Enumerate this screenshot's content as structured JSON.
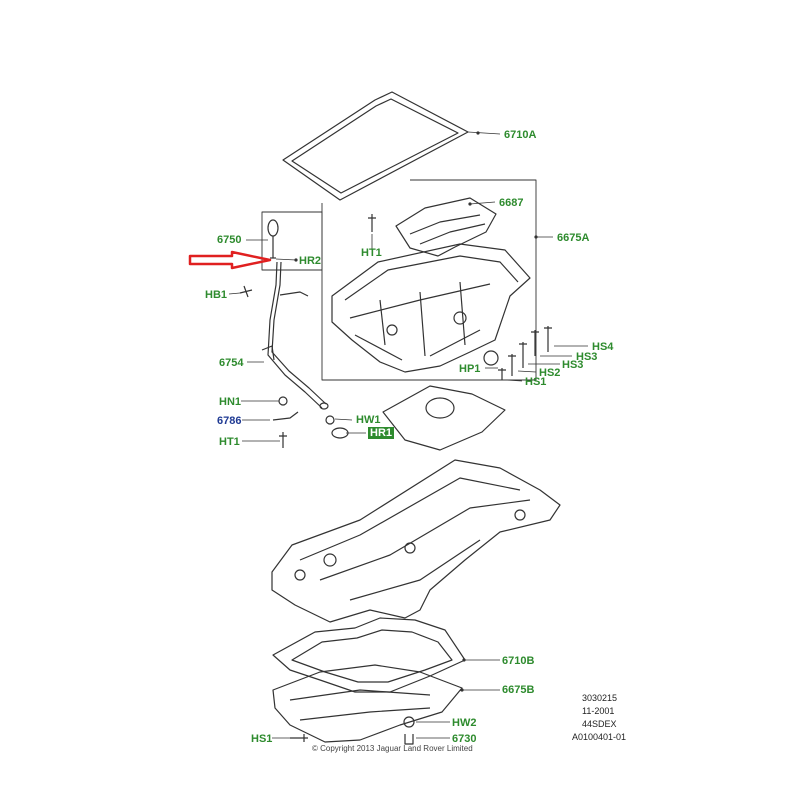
{
  "labels": {
    "6710A": "6710A",
    "6687": "6687",
    "6675A": "6675A",
    "6750": "6750",
    "HR2": "HR2",
    "HT1_top": "HT1",
    "HB1": "HB1",
    "HS4": "HS4",
    "HS3_a": "HS3",
    "HS2": "HS2",
    "HS3_b": "HS3",
    "HP1": "HP1",
    "HS1_top": "HS1",
    "6754": "6754",
    "HN1": "HN1",
    "6786": "6786",
    "HT1_bottom": "HT1",
    "HW1": "HW1",
    "HR1": "HR1",
    "6710B": "6710B",
    "6675B": "6675B",
    "HS1_bottom": "HS1",
    "HW2": "HW2",
    "6730": "6730"
  },
  "reference_block": [
    "3030215",
    "11-2001",
    "44SDEX",
    "A0100401-01"
  ],
  "copyright": "© Copyright 2013 Jaguar Land Rover Limited",
  "colors": {
    "label_green": "#2e8b2e",
    "label_blue": "#1f3a93",
    "highlight_arrow": "#e02020",
    "line_art": "#333333"
  }
}
